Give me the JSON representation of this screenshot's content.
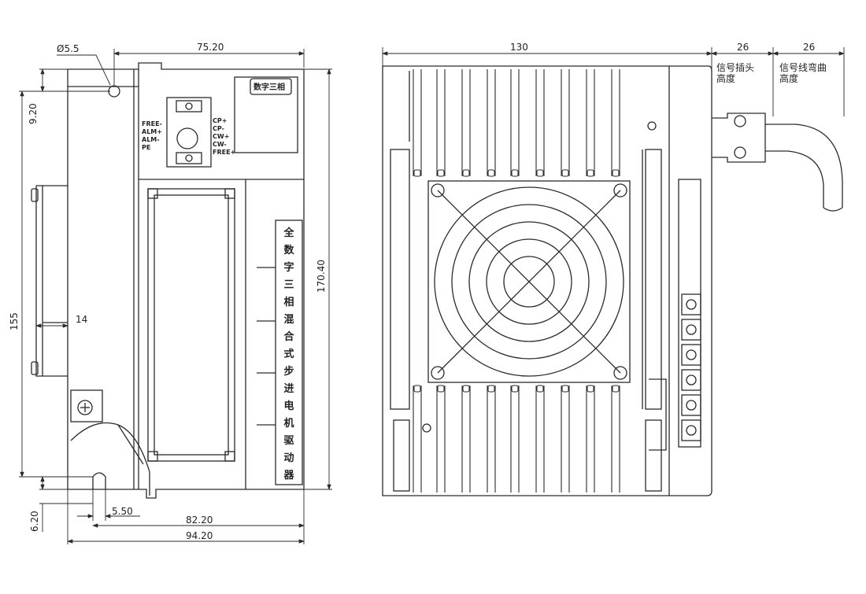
{
  "colors": {
    "line": "#2a2a2a",
    "background": "#ffffff"
  },
  "left_view": {
    "dims": {
      "hole_dia": "Ø5.5",
      "top_width": "75.20",
      "top_offset": "9.20",
      "height_total": "170.40",
      "height_body": "155",
      "rail_depth": "14",
      "bottom_offset": "6.20",
      "slot_width": "5.50",
      "width_body": "82.20",
      "width_total": "94.20"
    },
    "connector_left": [
      "FREE-",
      "ALM+",
      "ALM-",
      "PE"
    ],
    "connector_right": [
      "CP+",
      "CP-",
      "CW+",
      "CW-",
      "FREE+"
    ],
    "badge": "数字三相",
    "vertical_title": [
      "全",
      "数",
      "字",
      "三",
      "相",
      "混",
      "合",
      "式",
      "步",
      "进",
      "电",
      "机",
      "驱",
      "动",
      "器"
    ]
  },
  "right_view": {
    "dims": {
      "width": "130",
      "plug_height": "26",
      "bend_height": "26"
    },
    "plug_label": [
      "信号插头",
      "高度"
    ],
    "bend_label": [
      "信号线弯曲",
      "高度"
    ]
  }
}
